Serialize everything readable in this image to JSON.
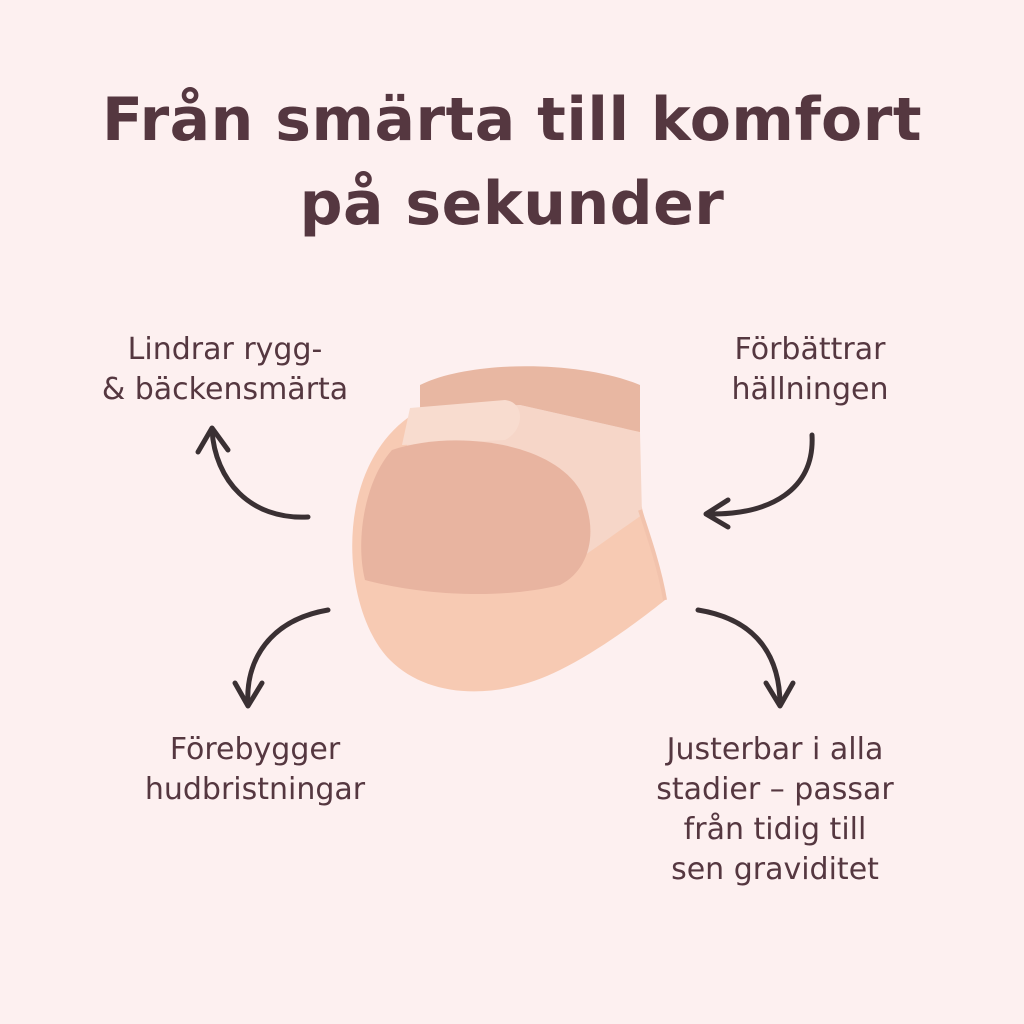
{
  "headline": {
    "line1": "Från smärta till komfort",
    "line2": "på sekunder"
  },
  "features": {
    "back_pain": {
      "line1": "Lindrar rygg-",
      "line2": "& bäckensmärta"
    },
    "posture": {
      "line1": "Förbättrar",
      "line2": "hällningen"
    },
    "stretch_marks": {
      "line1": "Förebygger",
      "line2": "hudbristningar"
    },
    "adjustable": {
      "line1": "Justerbar i alla",
      "line2": "stadier – passar",
      "line3": "från tidig till",
      "line4": "sen graviditet"
    }
  },
  "icons": {
    "belly": "pregnancy-belt-belly-icon",
    "arrow": "curved-arrow-icon"
  },
  "colors": {
    "background": "#fdf0f0",
    "text": "#553740",
    "arrow": "#3a3033",
    "skin": "#f7cab3",
    "belt": "#f6d6c8",
    "belly_shade": "#e8b4a0",
    "waistband": "#e8b7a2"
  }
}
